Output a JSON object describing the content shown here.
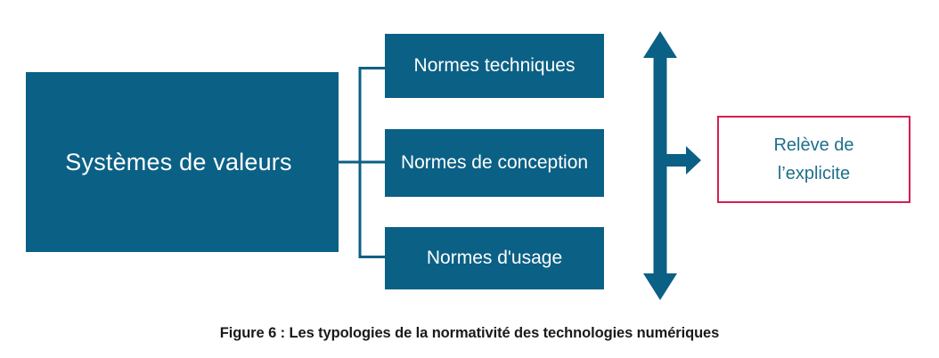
{
  "figure": {
    "caption": "Figure 6 : Les typologies de la normativité des technologies numériques",
    "colors": {
      "box_fill": "#0b6085",
      "box_text": "#ffffff",
      "outcome_border": "#d41f4f",
      "outcome_text": "#1f6f8b",
      "connector": "#0b6085",
      "arrow": "#0b6085",
      "background": "#ffffff",
      "caption_text": "#1a1a1a"
    },
    "root": {
      "label": "Systèmes de valeurs"
    },
    "norms": [
      {
        "label": "Normes techniques"
      },
      {
        "label_line1": "Normes de",
        "label_line2": "conception"
      },
      {
        "label": "Normes d'usage"
      }
    ],
    "arrows": {
      "vertical": "double-headed-vertical-arrow",
      "branch": "right-pointing-arrow"
    },
    "outcome": {
      "line1": "Relève de",
      "line2": "l’explicite"
    }
  }
}
